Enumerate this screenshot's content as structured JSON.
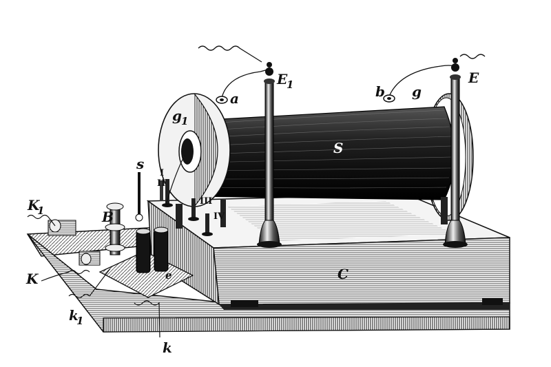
{
  "image": {
    "subject": "engraving",
    "palette": {
      "ink": "#111111",
      "paper": "#ffffff",
      "mid": "#777777"
    }
  },
  "labels": {
    "E1": "E",
    "E1_sub": "1",
    "E": "E",
    "a": "a",
    "b": "b",
    "g": "g",
    "g1": "g",
    "g1_sub": "1",
    "S": "S",
    "C": "C",
    "K1": "K",
    "K1_sub": "1",
    "K": "K",
    "k1": "k",
    "k1_sub": "1",
    "k": "k",
    "B": "B",
    "s": "s",
    "e": "e",
    "I": "I",
    "II": "II",
    "III": "III",
    "IV": "IV"
  }
}
